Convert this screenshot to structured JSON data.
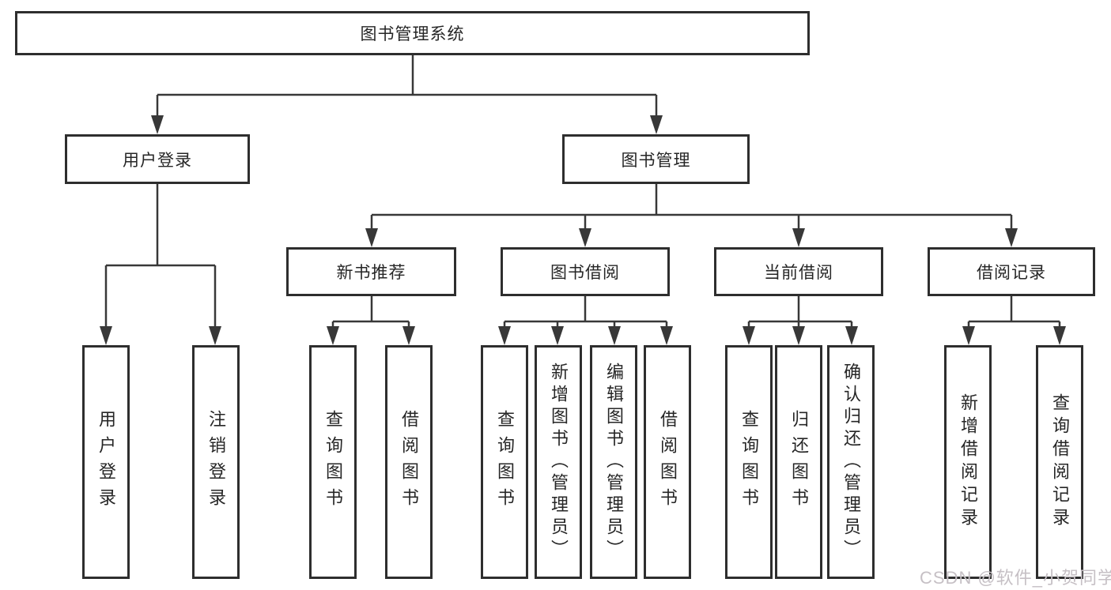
{
  "diagram": {
    "root": {
      "label": "图书管理系统"
    },
    "level2": [
      {
        "label": "用户登录"
      },
      {
        "label": "图书管理"
      }
    ],
    "level3": [
      {
        "label": "新书推荐"
      },
      {
        "label": "图书借阅"
      },
      {
        "label": "当前借阅"
      },
      {
        "label": "借阅记录"
      }
    ],
    "leaves": [
      {
        "label": "用户登录"
      },
      {
        "label": "注销登录"
      },
      {
        "label": "查询图书"
      },
      {
        "label": "借阅图书"
      },
      {
        "label": "查询图书"
      },
      {
        "label": "新增图书（管理员）"
      },
      {
        "label": "编辑图书（管理员）"
      },
      {
        "label": "借阅图书"
      },
      {
        "label": "查询图书"
      },
      {
        "label": "归还图书"
      },
      {
        "label": "确认归还（管理员）"
      },
      {
        "label": "新增借阅记录"
      },
      {
        "label": "查询借阅记录"
      }
    ],
    "line_color": "#383838",
    "border_color": "#2e2e2e"
  },
  "watermark": {
    "text": "CSDN @软件_小贺同学",
    "color": "#c6c0c5"
  }
}
